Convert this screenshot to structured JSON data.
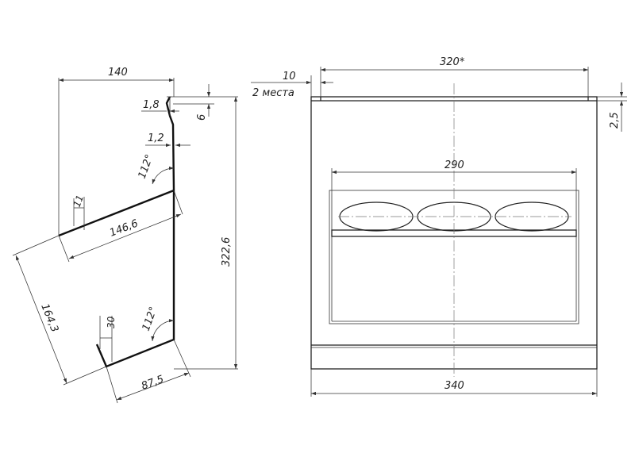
{
  "side_view": {
    "dims": {
      "width_top": "140",
      "lip_thickness": "1,8",
      "lip_height": "6",
      "sheet_thickness": "1,2",
      "total_height": "322,6",
      "angle_top": "112°",
      "angle_bottom": "112°",
      "upper_shelf_lip": "11",
      "upper_shelf_depth": "146,6",
      "lower_span": "164,3",
      "lower_shelf_lip": "30",
      "lower_shelf_depth": "87,5"
    }
  },
  "front_view": {
    "dims": {
      "top_width": "320*",
      "slot": "10",
      "slot_note": "2 места",
      "top_thickness": "2,5",
      "shelf_width": "290",
      "overall_width": "340"
    },
    "items_on_shelf": 3
  }
}
